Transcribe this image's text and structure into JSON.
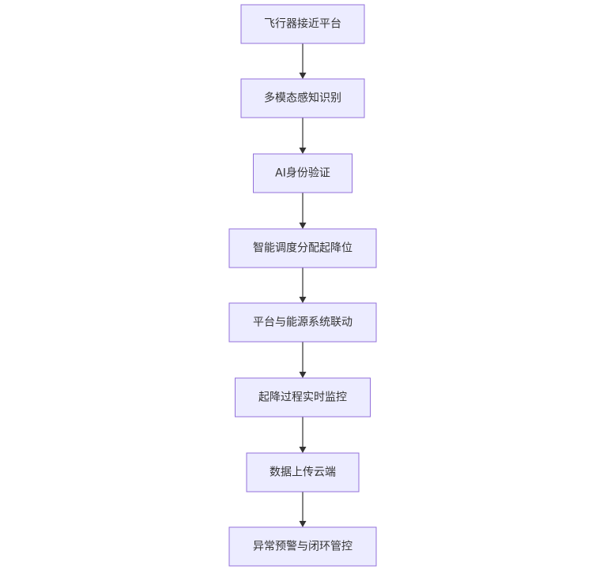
{
  "diagram": {
    "type": "flowchart",
    "direction": "top-to-bottom",
    "colors": {
      "node_fill": "#ececff",
      "node_border": "#9370db",
      "text": "#333333",
      "edge": "#333333"
    },
    "nodes": [
      {
        "id": "n1",
        "label": "飞行器接近平台"
      },
      {
        "id": "n2",
        "label": "多模态感知识别"
      },
      {
        "id": "n3",
        "label": "AI身份验证"
      },
      {
        "id": "n4",
        "label": "智能调度分配起降位"
      },
      {
        "id": "n5",
        "label": "平台与能源系统联动"
      },
      {
        "id": "n6",
        "label": "起降过程实时监控"
      },
      {
        "id": "n7",
        "label": "数据上传云端"
      },
      {
        "id": "n8",
        "label": "异常预警与闭环管控"
      }
    ],
    "edges": [
      {
        "from": "n1",
        "to": "n2"
      },
      {
        "from": "n2",
        "to": "n3"
      },
      {
        "from": "n3",
        "to": "n4"
      },
      {
        "from": "n4",
        "to": "n5"
      },
      {
        "from": "n5",
        "to": "n6"
      },
      {
        "from": "n6",
        "to": "n7"
      },
      {
        "from": "n7",
        "to": "n8"
      }
    ]
  }
}
